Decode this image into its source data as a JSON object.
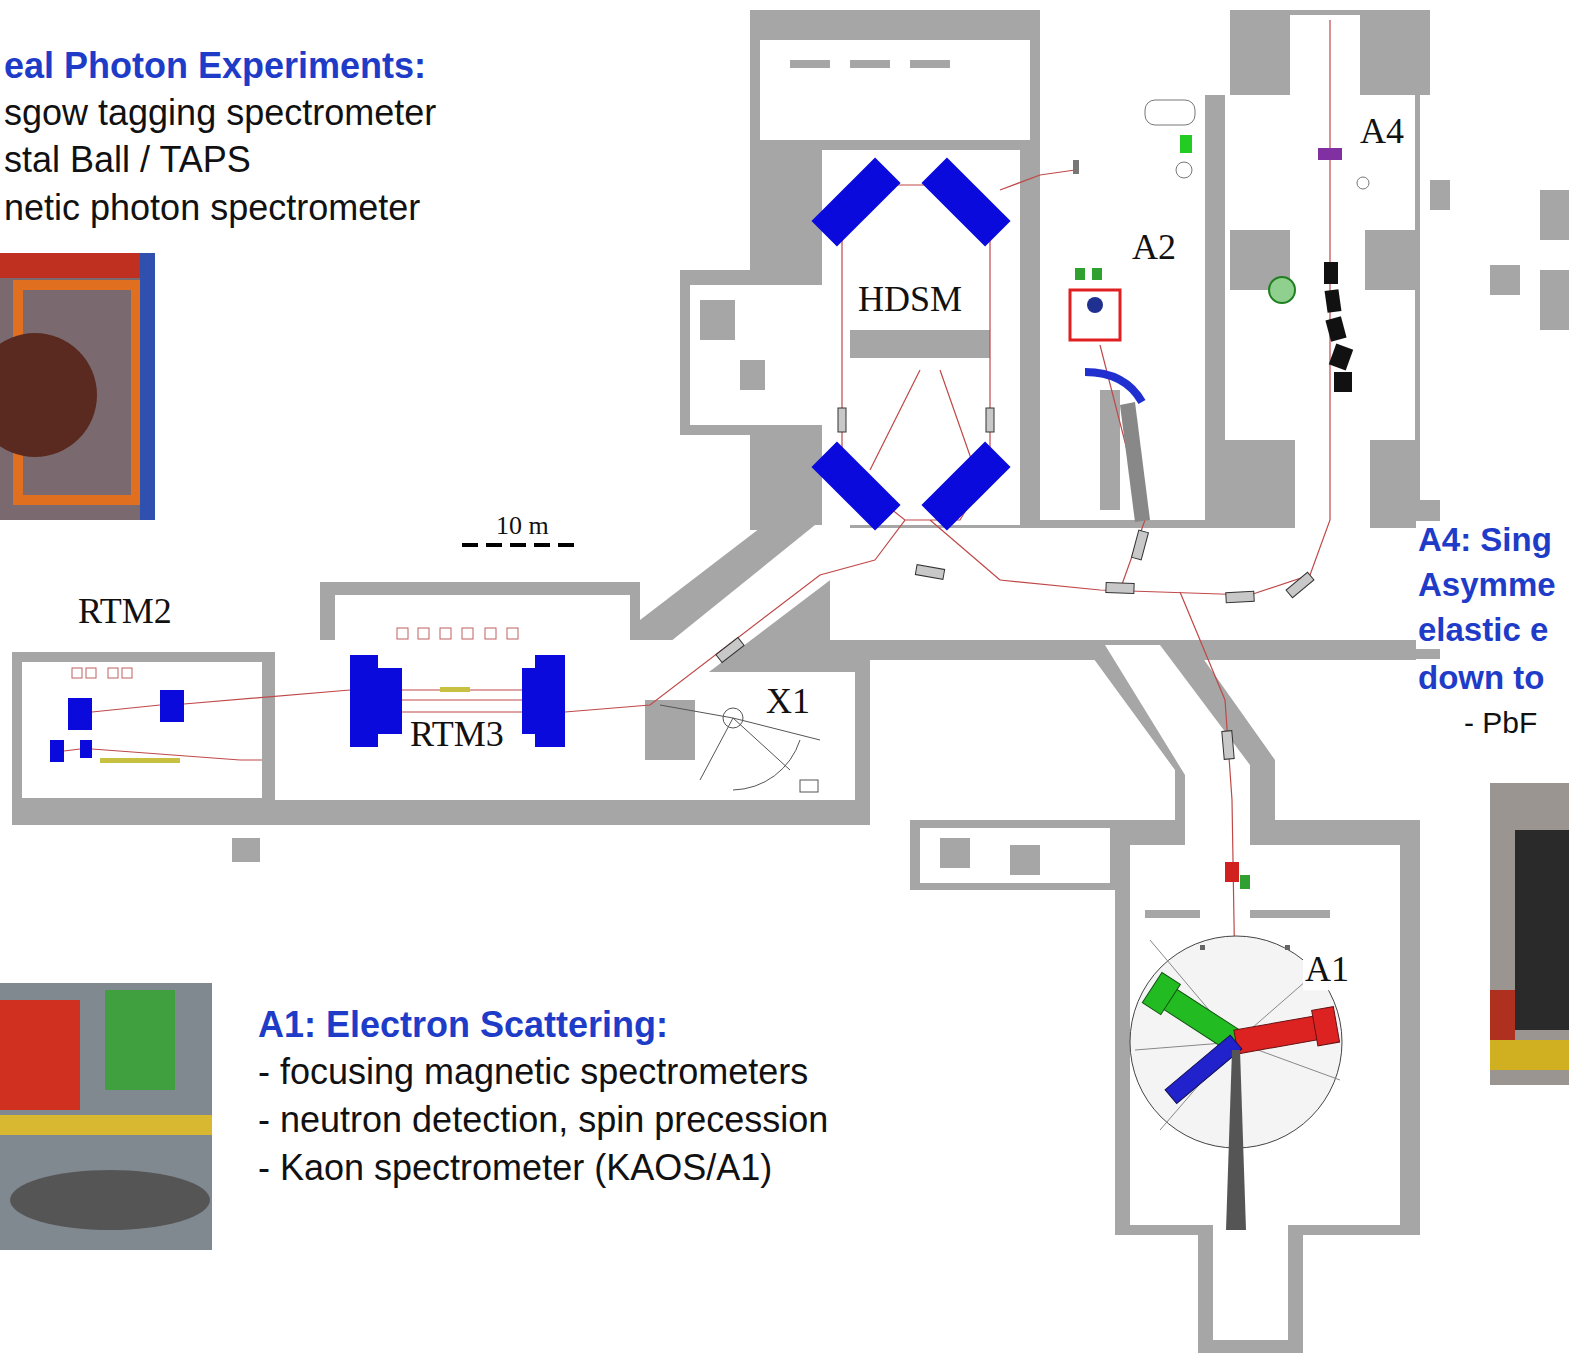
{
  "diagram": {
    "labels": [
      "eal Photon Experiments:",
      "sgow tagging spectrometer",
      "stal Ball / TAPS",
      "netic photon spectrometer",
      "HDSM",
      "A2",
      "A4",
      "RTM2",
      "RTM3",
      "X1",
      "A1",
      "10 m",
      "A4: Sing",
      "Asymme",
      "elastic e",
      "down to",
      "- PbF",
      "A1: Electron Scattering:",
      "- focusing magnetic spectrometers",
      "- neutron detection, spin precession",
      "- Kaon spectrometer (KAOS/A1)"
    ]
  }
}
